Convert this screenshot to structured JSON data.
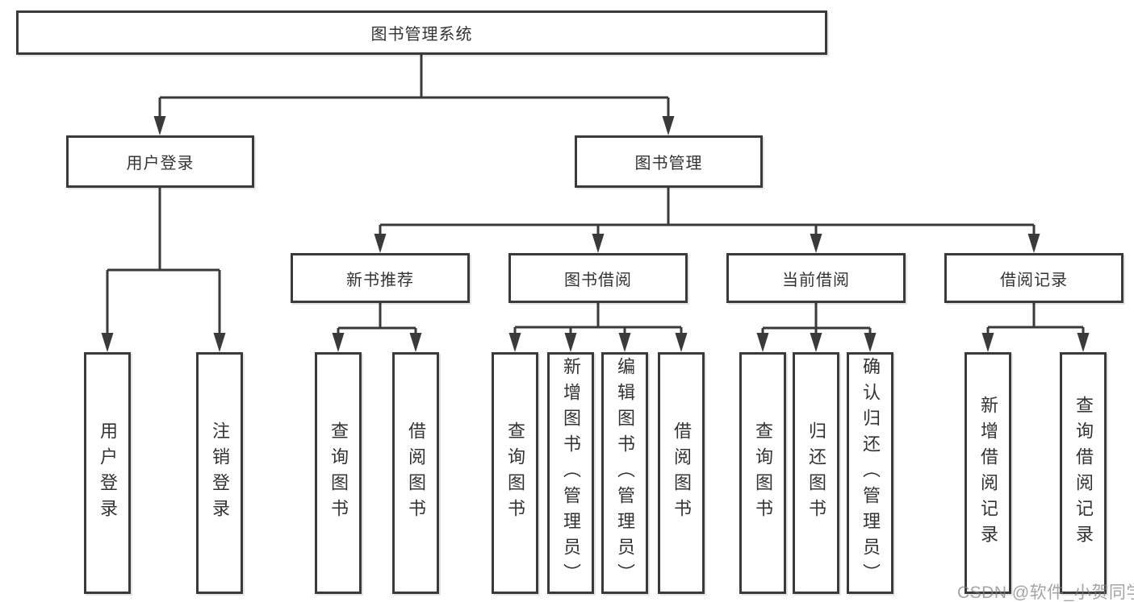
{
  "tree": {
    "root": {
      "label": "图书管理系统"
    },
    "level2": [
      {
        "label": "用户登录"
      },
      {
        "label": "图书管理"
      }
    ],
    "level3": [
      {
        "label": "新书推荐"
      },
      {
        "label": "图书借阅"
      },
      {
        "label": "当前借阅"
      },
      {
        "label": "借阅记录"
      }
    ],
    "leaves": {
      "user_login": [
        "用户登录",
        "注销登录"
      ],
      "new_book_recommend": [
        "查询图书",
        "借阅图书"
      ],
      "book_borrowing": [
        "查询图书",
        "新增图书（管理员）",
        "编辑图书（管理员）",
        "借阅图书"
      ],
      "current_borrowing": [
        "查询图书",
        "归还图书",
        "确认归还（管理员）"
      ],
      "borrowing_records": [
        "新增借阅记录",
        "查询借阅记录"
      ]
    }
  },
  "watermark": {
    "text": "CSDN @软件_小贺同学"
  },
  "colors": {
    "ink": "#3a3a3a",
    "text": "#333333",
    "background": "#ffffff",
    "watermark": "#7d7d7d"
  }
}
